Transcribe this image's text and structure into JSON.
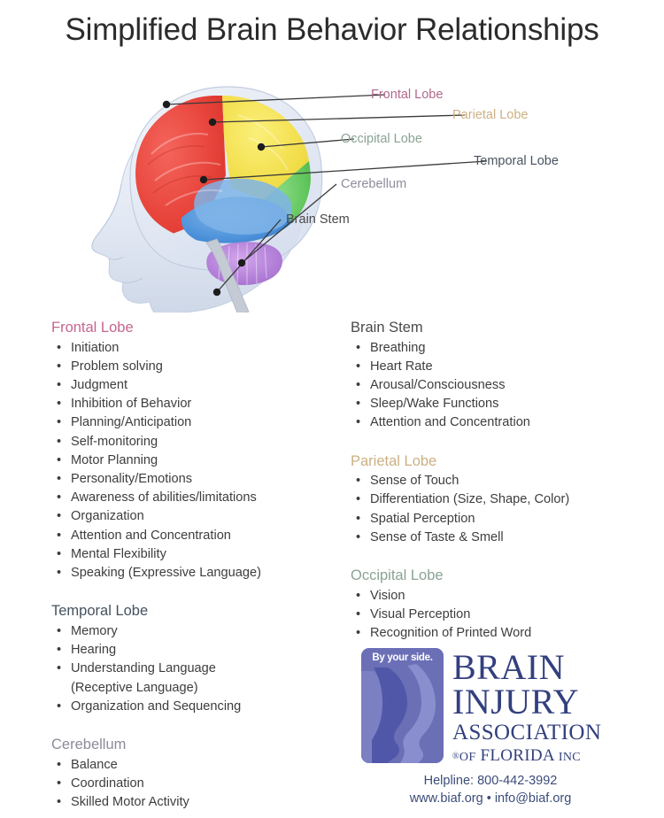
{
  "title": "Simplified Brain Behavior Relationships",
  "diagram": {
    "name": "brain-lateral-view-diagram",
    "labels": [
      {
        "text": "Frontal Lobe",
        "color": "#b2688c",
        "region_color": "#e8453c"
      },
      {
        "text": "Parietal Lobe",
        "color": "#cdb183",
        "region_color": "#f2de4a"
      },
      {
        "text": "Occipital Lobe",
        "color": "#8ba394",
        "region_color": "#5ec45a"
      },
      {
        "text": "Temporal Lobe",
        "color": "#48545f",
        "region_color": "#2f76c4"
      },
      {
        "text": "Cerebellum",
        "color": "#8d8d9c",
        "region_color": "#b07cd6"
      },
      {
        "text": "Brain Stem",
        "color": "#4a4a4a",
        "region_color": "#b9bec6"
      }
    ]
  },
  "columns": {
    "left": [
      {
        "heading": "Frontal Lobe",
        "color": "#c4668e",
        "items": [
          "Initiation",
          "Problem solving",
          "Judgment",
          "Inhibition of Behavior",
          "Planning/Anticipation",
          "Self-monitoring",
          "Motor Planning",
          "Personality/Emotions",
          "Awareness of abilities/limitations",
          "Organization",
          "Attention and Concentration",
          "Mental Flexibility",
          "Speaking (Expressive Language)"
        ]
      },
      {
        "heading": "Temporal Lobe",
        "color": "#44525e",
        "items": [
          "Memory",
          "Hearing",
          "Understanding Language",
          "Organization and Sequencing"
        ],
        "continuation": {
          "after_index": 2,
          "text": "(Receptive Language)"
        }
      },
      {
        "heading": "Cerebellum",
        "color": "#8b8b9a",
        "items": [
          "Balance",
          "Coordination",
          "Skilled Motor Activity"
        ]
      }
    ],
    "right": [
      {
        "heading": "Brain Stem",
        "color": "#4a4a4a",
        "items": [
          "Breathing",
          "Heart Rate",
          "Arousal/Consciousness",
          "Sleep/Wake Functions",
          "Attention and Concentration"
        ]
      },
      {
        "heading": "Parietal Lobe",
        "color": "#cbb083",
        "items": [
          "Sense of Touch",
          "Differentiation (Size, Shape, Color)",
          "Spatial Perception",
          "Sense of Taste & Smell"
        ]
      },
      {
        "heading": "Occipital Lobe",
        "color": "#8aa394",
        "items": [
          "Vision",
          "Visual Perception",
          "Recognition of Printed Word"
        ]
      }
    ]
  },
  "logo": {
    "tagline": "By your side.",
    "line1": "BRAIN",
    "line2": "INJURY",
    "line3": "ASSOCIATION",
    "line4_reg": "®",
    "line4_of": "OF",
    "line4_state": "FLORIDA",
    "line4_inc": "INC",
    "brand_color": "#33407e",
    "mark_color": "#6b6fb6"
  },
  "contact": {
    "helpline": "Helpline: 800-442-3992",
    "web": "www.biaf.org • info@biaf.org"
  },
  "bullet_glyph": "•"
}
